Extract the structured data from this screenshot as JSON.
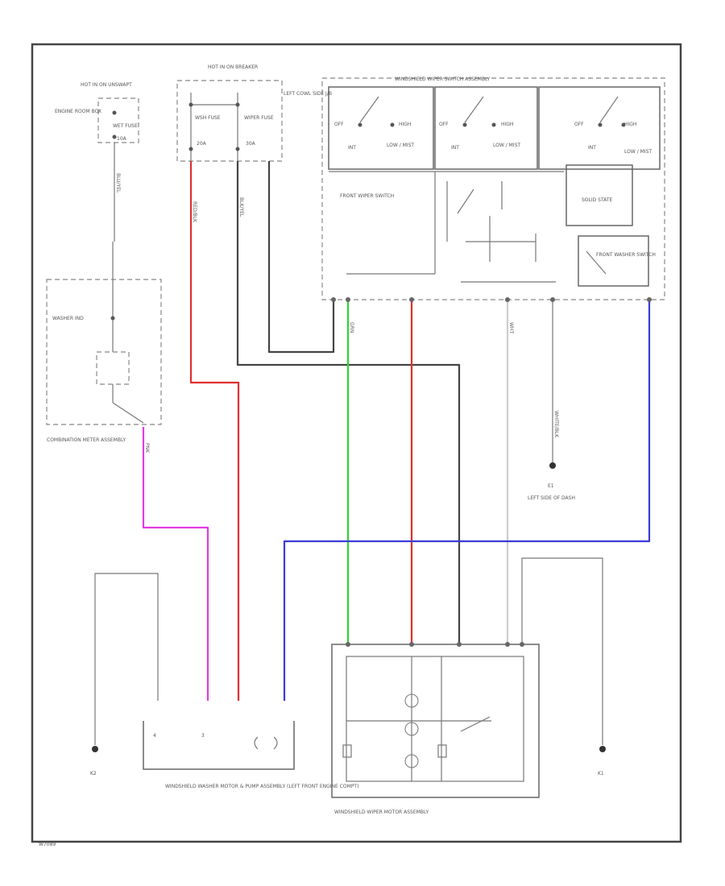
{
  "colors": {
    "black": "#333333",
    "red": "#e03030",
    "green": "#2fd52f",
    "blue": "#3a3ad8",
    "magenta": "#e23be2",
    "white_wire": "#cccccc",
    "frame": "#444444"
  },
  "labels": {
    "hot_in_on_unswapt": "HOT IN ON UNSWAPT",
    "engine_room_box": "ENGINE ROOM BOX",
    "wet_fuse": "WET FUSE",
    "fuse_10a": "10A",
    "hot_in_on_breaker": "HOT IN ON BREAKER",
    "wsh_fuse": "WSH FUSE",
    "wsh_fuse_amp": "20A",
    "wiper_fuse": "WIPER FUSE",
    "wiper_fuse_amp": "30A",
    "left_cowl_side": "LEFT COWL SIDE J/B",
    "switch_assembly": "WINDSHIELD WIPER SWITCH ASSEMBLY",
    "off": "OFF",
    "high": "HIGH",
    "int": "INT",
    "low_mist": "LOW / MIST",
    "front_wiper_switch": "FRONT WIPER SWITCH",
    "solid_state": "SOLID STATE",
    "front_washer_switch": "FRONT WASHER SWITCH",
    "washer_ind": "WASHER IND",
    "combination_meter": "COMBINATION METER ASSEMBLY",
    "e1": "E1",
    "left_side_of_dash": "LEFT SIDE OF DASH",
    "washer_motor": "WINDSHIELD WASHER MOTOR & PUMP ASSEMBLY (LEFT FRONT ENGINE COMPT)",
    "wiper_motor": "WINDSHIELD WIPER MOTOR ASSEMBLY",
    "k2": "K2",
    "k1": "K1",
    "white_black": "WHITE/BLK",
    "corner_code": "W7089"
  },
  "wires": {
    "blue_yel": "BLU/YEL",
    "red_blk": "RED/BLK",
    "blk_yel": "BLK/YEL",
    "grn": "GRN",
    "pnk": "PNK",
    "wht": "WHT"
  }
}
